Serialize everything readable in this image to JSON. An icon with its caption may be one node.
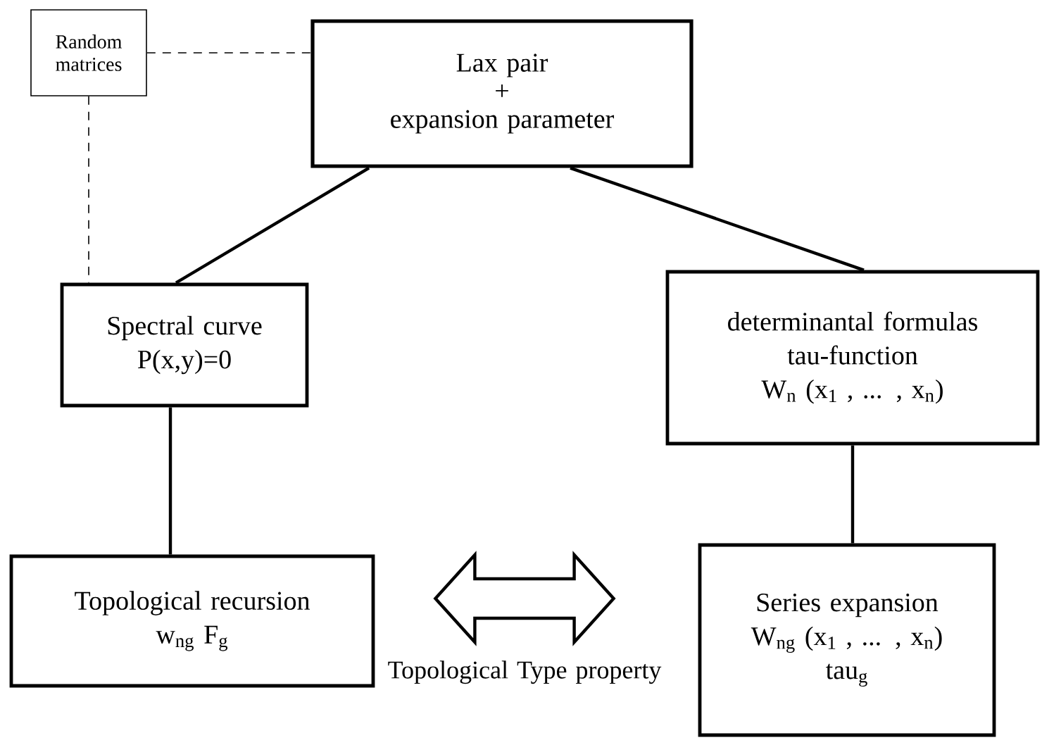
{
  "diagram": {
    "nodes": [
      {
        "text": [
          "Random matrices"
        ]
      },
      {
        "text": [
          "Lax pair",
          "+",
          "expansion parameter"
        ]
      },
      {
        "text": [
          "Spectral curve",
          "P(x,y)=0"
        ]
      },
      {
        "text": [
          "determinantal formulas",
          "tau-function",
          "W$_{n}$ (x$_{1}$ , ... , x$_{n}$)"
        ]
      },
      {
        "text": [
          "Topological recursion",
          "w$_{ng}$ F$_{g}$"
        ]
      },
      {
        "text": [
          "Series expansion",
          "W$_{ng}$ (x$_{1}$ , ... , x$_{n}$)",
          "tau$_{g}$"
        ]
      }
    ],
    "edges": [
      {
        "from": 0,
        "to": 1,
        "arrow": "none",
        "style": "dashed"
      },
      {
        "from": 0,
        "to": 2,
        "arrow": "none",
        "style": "dashed"
      },
      {
        "from": 1,
        "to": 2,
        "arrow": "none"
      },
      {
        "from": 1,
        "to": 3,
        "arrow": "none"
      },
      {
        "from": 2,
        "to": 4,
        "arrow": "none"
      },
      {
        "from": 3,
        "to": 5,
        "arrow": "none"
      },
      {
        "from": 4,
        "to": 5,
        "arrow": "both",
        "label": "Topological Type property"
      }
    ]
  }
}
